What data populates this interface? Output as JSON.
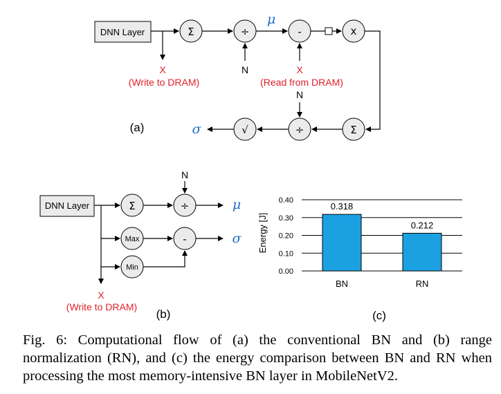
{
  "diagram_a": {
    "panel_label": "(a)",
    "dnn_layer": "DNN Layer",
    "sum_symbol": "Σ",
    "div_symbol": "÷",
    "minus_symbol": "-",
    "times_symbol": "x",
    "sqrt_symbol": "√",
    "mu": "μ",
    "sigma": "σ",
    "x_write": "X",
    "write_text": "(Write to DRAM)",
    "n_top": "N",
    "x_read": "X",
    "read_text": "(Read from DRAM)",
    "n_bottom": "N"
  },
  "diagram_b": {
    "panel_label": "(b)",
    "dnn_layer": "DNN Layer",
    "sum_symbol": "Σ",
    "div_symbol": "÷",
    "minus_symbol": "-",
    "max_label": "Max",
    "min_label": "Min",
    "n_label": "N",
    "mu": "μ",
    "sigma": "σ",
    "x_write": "X",
    "write_text": "(Write to DRAM)"
  },
  "chart_panel_label": "(c)",
  "chart_data": {
    "type": "bar",
    "categories": [
      "BN",
      "RN"
    ],
    "values": [
      0.318,
      0.212
    ],
    "data_labels": [
      "0.318",
      "0.212"
    ],
    "ylabel": "Energy [J]",
    "xlabel": "",
    "ylim": [
      0,
      0.4
    ],
    "yticks": [
      "0.00",
      "0.10",
      "0.20",
      "0.30",
      "0.40"
    ],
    "grid": true,
    "bar_color": "#1ba1e2"
  },
  "caption": "Fig. 6: Computational flow of (a) the conventional BN and (b) range normalization (RN), and (c) the energy comparison between BN and RN when processing the most memory-intensive BN layer in MobileNetV2."
}
